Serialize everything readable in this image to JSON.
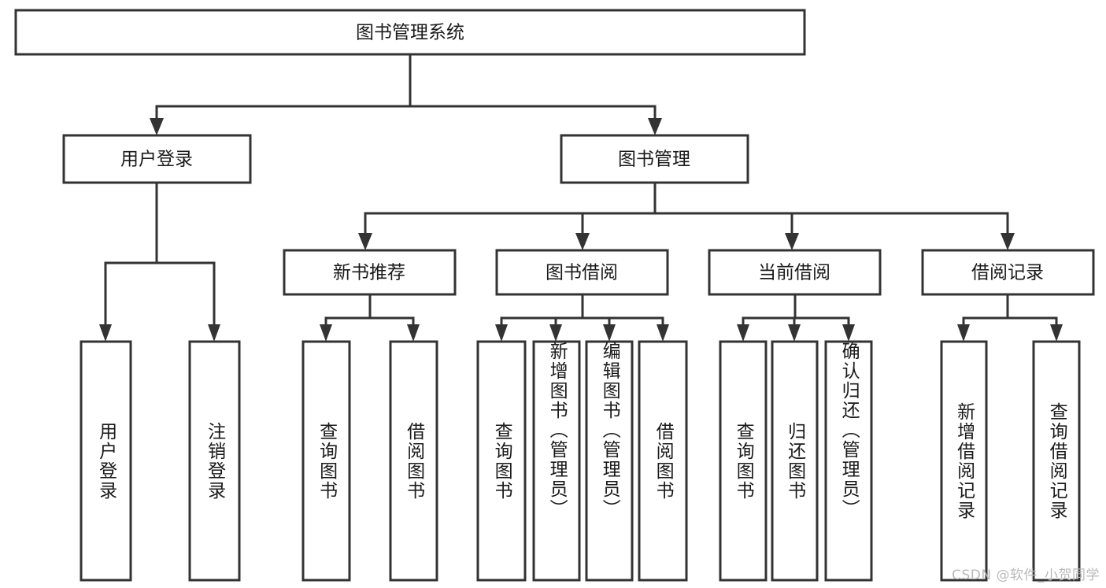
{
  "diagram": {
    "type": "tree-flowchart",
    "title": "图书管理系统",
    "watermark": "CSDN @软件_小贺同学",
    "colors": {
      "stroke": "#333333",
      "fill": "#ffffff",
      "text": "#1a1a1a",
      "watermark": "#b9b9b9"
    },
    "root": {
      "label": "图书管理系统"
    },
    "level2": [
      {
        "id": "user-login",
        "label": "用户登录"
      },
      {
        "id": "book-manage",
        "label": "图书管理"
      }
    ],
    "level3": [
      {
        "id": "new-book-recommend",
        "label": "新书推荐"
      },
      {
        "id": "book-borrow",
        "label": "图书借阅"
      },
      {
        "id": "current-borrow",
        "label": "当前借阅"
      },
      {
        "id": "borrow-record",
        "label": "借阅记录"
      }
    ],
    "leaves": {
      "user_login": [
        {
          "id": "leaf-user-login",
          "label": "用户登录"
        },
        {
          "id": "leaf-logout",
          "label": "注销登录"
        }
      ],
      "new_book_recommend": [
        {
          "id": "leaf-query-book-1",
          "label": "查询图书"
        },
        {
          "id": "leaf-borrow-book-1",
          "label": "借阅图书"
        }
      ],
      "book_borrow": [
        {
          "id": "leaf-query-book-2",
          "label": "查询图书"
        },
        {
          "id": "leaf-add-book",
          "label": "新增图书（管理员）"
        },
        {
          "id": "leaf-edit-book",
          "label": "编辑图书（管理员）"
        },
        {
          "id": "leaf-borrow-book-2",
          "label": "借阅图书"
        }
      ],
      "current_borrow": [
        {
          "id": "leaf-query-book-3",
          "label": "查询图书"
        },
        {
          "id": "leaf-return-book",
          "label": "归还图书"
        },
        {
          "id": "leaf-confirm-return",
          "label": "确认归还（管理员）"
        }
      ],
      "borrow_record": [
        {
          "id": "leaf-add-record",
          "label": "新增借阅记录"
        },
        {
          "id": "leaf-query-record",
          "label": "查询借阅记录"
        }
      ]
    }
  }
}
